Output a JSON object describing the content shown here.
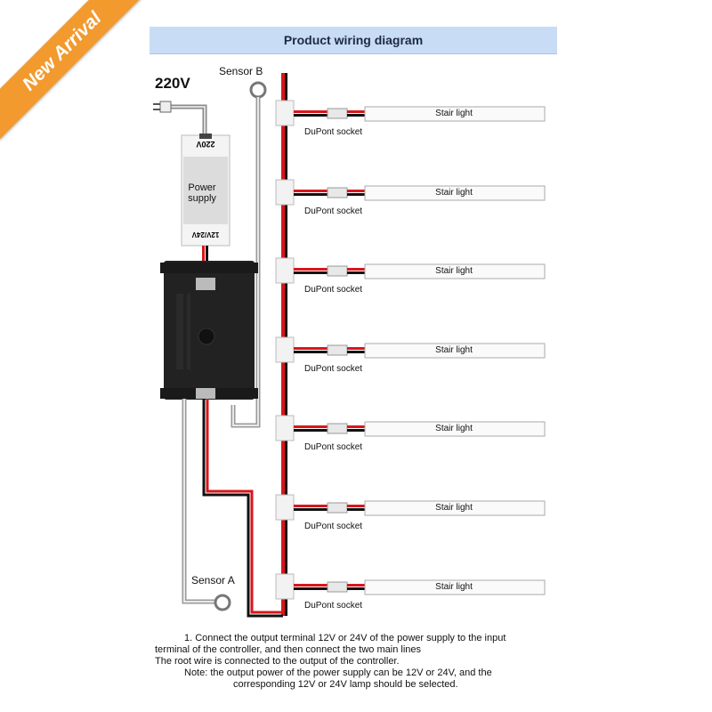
{
  "badge": {
    "text": "New Arrival"
  },
  "header": {
    "title": "Product wiring diagram"
  },
  "labels": {
    "voltage": "220V",
    "sensor_b": "Sensor B",
    "sensor_a": "Sensor A",
    "power_supply": "Power supply",
    "ps_input": "220V",
    "ps_output": "12V/24V"
  },
  "lights": [
    {
      "socket": "DuPont socket",
      "light": "Stair light"
    },
    {
      "socket": "DuPont socket",
      "light": "Stair light"
    },
    {
      "socket": "DuPont socket",
      "light": "Stair light"
    },
    {
      "socket": "DuPont socket",
      "light": "Stair light"
    },
    {
      "socket": "DuPont socket",
      "light": "Stair light"
    },
    {
      "socket": "DuPont socket",
      "light": "Stair light"
    },
    {
      "socket": "DuPont socket",
      "light": "Stair light"
    }
  ],
  "notes": {
    "line1": "1. Connect the output terminal 12V or 24V of the power supply to the input",
    "line2": "terminal of the controller, and then connect the two main lines",
    "line3": "The root wire is connected to the output of the controller.",
    "line4": "Note: the output power of the power supply can be 12V or 24V, and the",
    "line5": "corresponding 12V or 24V lamp should be selected."
  },
  "colors": {
    "red_wire": "#d8161b",
    "black_wire": "#111111",
    "grey_wire": "#b5b5b5",
    "header_bg": "#c9dcf5",
    "badge": "#f29a2e",
    "controller": "#1e1e1e"
  }
}
